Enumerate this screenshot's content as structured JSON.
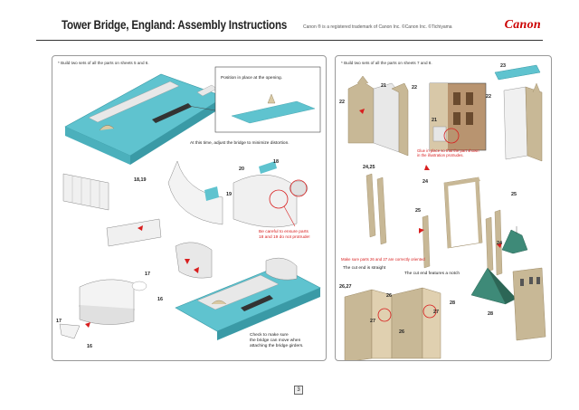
{
  "header": {
    "title": "Tower Bridge, England: Assembly Instructions",
    "trademark": "Canon ® is a registered trademark of Canon Inc. ©Canon Inc. ©Tichiyama",
    "brand": "Canon"
  },
  "left_panel": {
    "note": "* Build two sets of all the parts on sheets 5 and 6.",
    "callouts": {
      "position": "Position in place at the opening.",
      "adjust": "At this time, adjust the bridge to minimize distortion.",
      "careful": "Be careful to ensure parts\n18 and 19 do not protrude!",
      "check": "Check to make sure\nthe bridge can move when\nattaching the bridge girders."
    },
    "part_numbers": {
      "p1819": "18,19",
      "p20": "20",
      "p18": "18",
      "p19": "19",
      "p17a": "17",
      "p16a": "16",
      "p17b": "17",
      "p16b": "16"
    }
  },
  "right_panel": {
    "note": "* Build two sets of all the parts on sheets 7 and 8.",
    "callouts": {
      "glue": "Glue in place so that the part shown\nin the illustration protrudes.",
      "orient": "Make sure parts 26 and 27 are correctly oriented",
      "straight": "The cut end is straight",
      "notch": "The cut end features a notch"
    },
    "part_numbers": {
      "p23": "23",
      "p21a": "21",
      "p22a": "22",
      "p22b": "22",
      "p22c": "22",
      "p21b": "21",
      "p2425": "24,25",
      "p24a": "24",
      "p25a": "25",
      "p25b": "25",
      "p24b": "24",
      "p2627": "26,27",
      "p26a": "26",
      "p27a": "27",
      "p27b": "27",
      "p26b": "26",
      "p28a": "28",
      "p28b": "28"
    }
  },
  "footer": {
    "page_number": "3"
  },
  "colors": {
    "teal": "#5fc3cf",
    "teal_dark": "#3a9aa6",
    "stone": "#c8b896",
    "stone_dark": "#9c8a66",
    "light_gray": "#e8e8e8",
    "red": "#d81e1e",
    "roof_green": "#3e8a78",
    "brand_red": "#cc0000"
  }
}
